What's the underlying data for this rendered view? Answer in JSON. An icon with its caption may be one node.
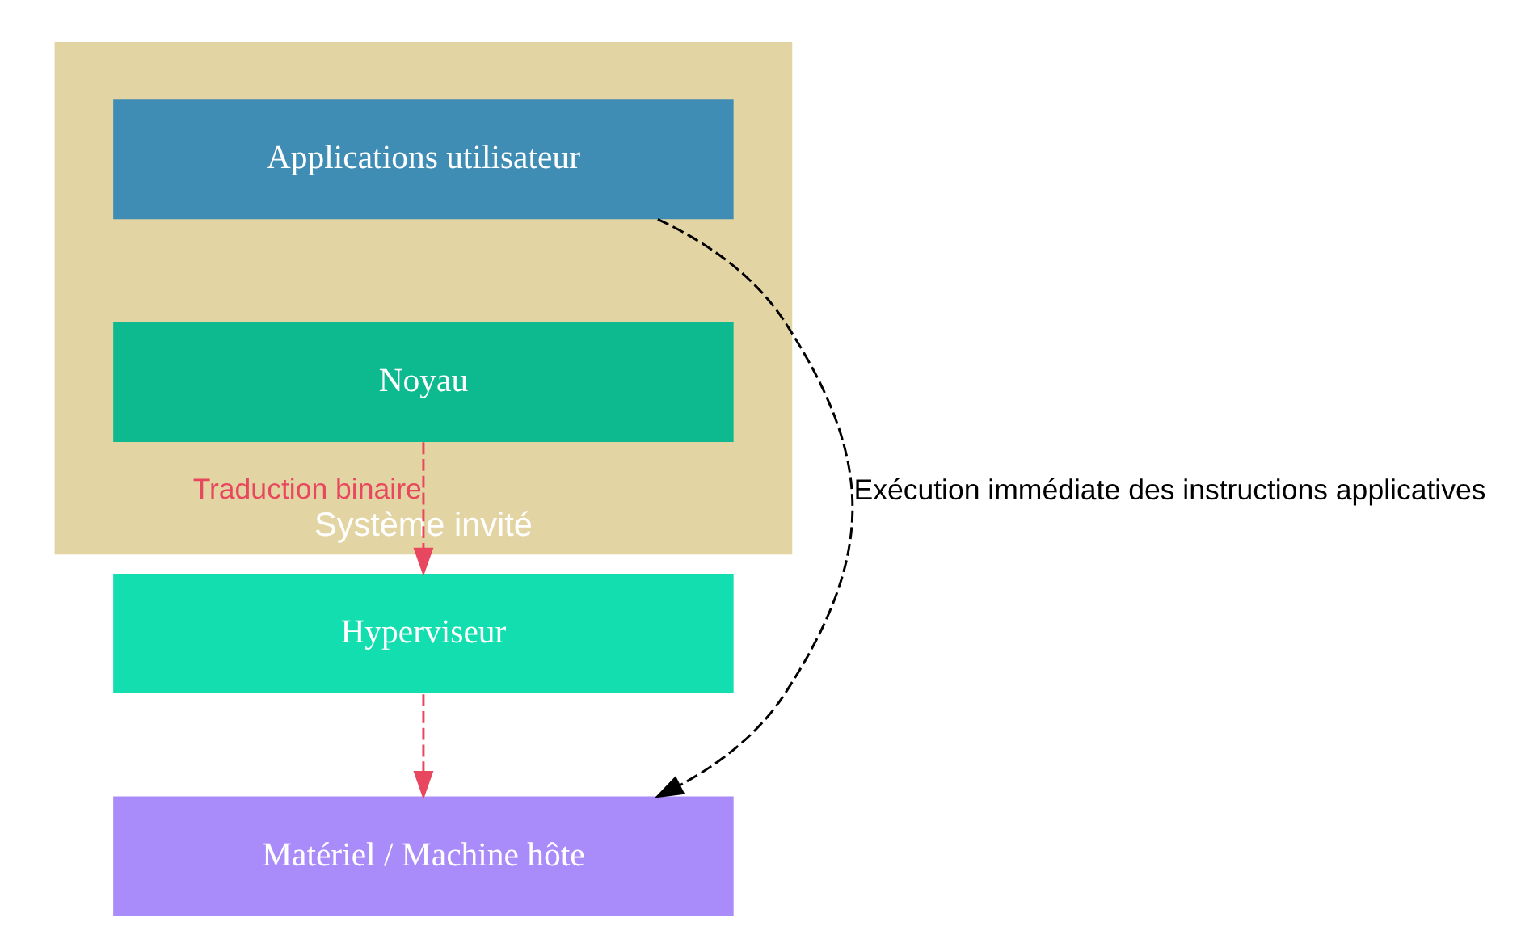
{
  "diagram": {
    "nodes": [
      {
        "text": [
          "Système invité"
        ]
      },
      {
        "text": [
          "Applications utilisateur"
        ],
        "in": 0
      },
      {
        "text": [
          "Noyau"
        ],
        "in": 0
      },
      {
        "text": [
          "Hyperviseur"
        ]
      },
      {
        "text": [
          "Matériel / Machine hôte"
        ]
      }
    ],
    "edges": [
      {
        "from": 2,
        "to": 3,
        "arrow": "to",
        "style": "dashed",
        "color": "#e8485f",
        "label": "Traduction binaire"
      },
      {
        "from": 3,
        "to": 4,
        "arrow": "to",
        "style": "dashed",
        "color": "#e8485f"
      },
      {
        "from": 1,
        "to": 4,
        "arrow": "to",
        "style": "dashed",
        "color": "#000000",
        "label": "Exécution immédiate des instructions applicatives"
      }
    ]
  }
}
